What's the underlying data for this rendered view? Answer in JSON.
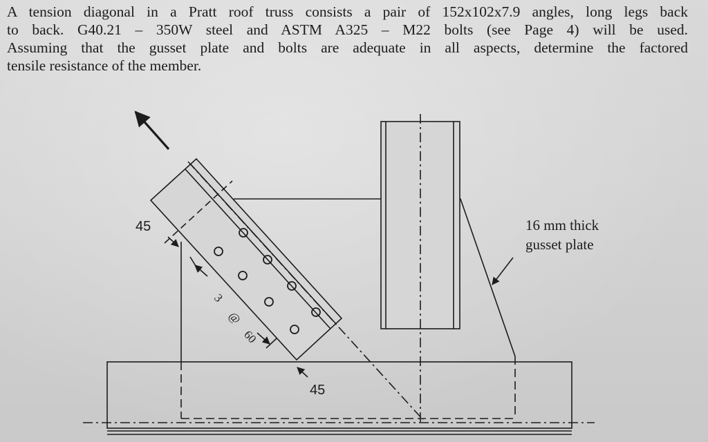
{
  "problem": {
    "lines": [
      "A tension diagonal in a Pratt roof truss consists a pair of 152x102x7.9 angles, long legs back",
      "to back. G40.21 – 350W steel and ASTM A325 – M22 bolts (see Page 4) will be used.",
      "Assuming that the gusset plate and bolts are adequate in all aspects, determine the factored",
      "tensile resistance of the member."
    ]
  },
  "figure": {
    "edge_top_label": "45",
    "edge_bottom_label": "45",
    "spacing_count": "3",
    "spacing_at": "@",
    "spacing_value": "60",
    "gusset_note_line1": "16 mm thick",
    "gusset_note_line2": "gusset plate"
  },
  "colors": {
    "ink": "#1c1c1c",
    "paper": "#d6d6d6"
  }
}
